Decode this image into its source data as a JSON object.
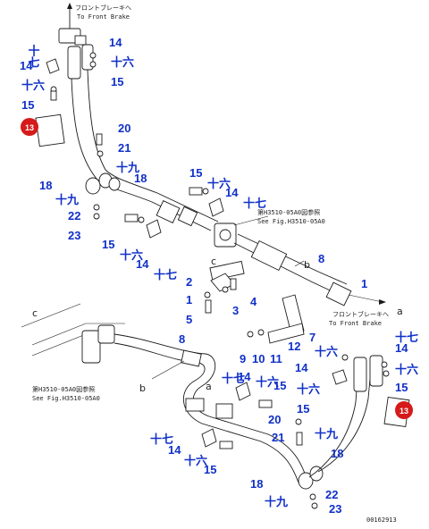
{
  "notes": {
    "front_brake_jp": "フロントブレーキへ",
    "front_brake_en": "To Front Brake",
    "see_fig_jp": "第H3510-05A0図参照",
    "see_fig_en": "See Fig.H3510-05A0",
    "drawing_no": "00162913"
  },
  "badge_label": "13",
  "ref_letters": {
    "a": "a",
    "b": "b",
    "c": "c"
  },
  "callouts": {
    "n1": "1",
    "n2": "2",
    "n3": "3",
    "n4": "4",
    "n5": "5",
    "n7": "7",
    "n8": "8",
    "n9": "9",
    "n10": "10",
    "n11": "11",
    "n12": "12",
    "n14": "14",
    "n15": "15",
    "n18": "18",
    "n20": "20",
    "n21": "21",
    "n22": "22",
    "n23": "23"
  },
  "kanji_callouts": {
    "k16": "十六",
    "k17": "十七",
    "k19": "十九"
  }
}
